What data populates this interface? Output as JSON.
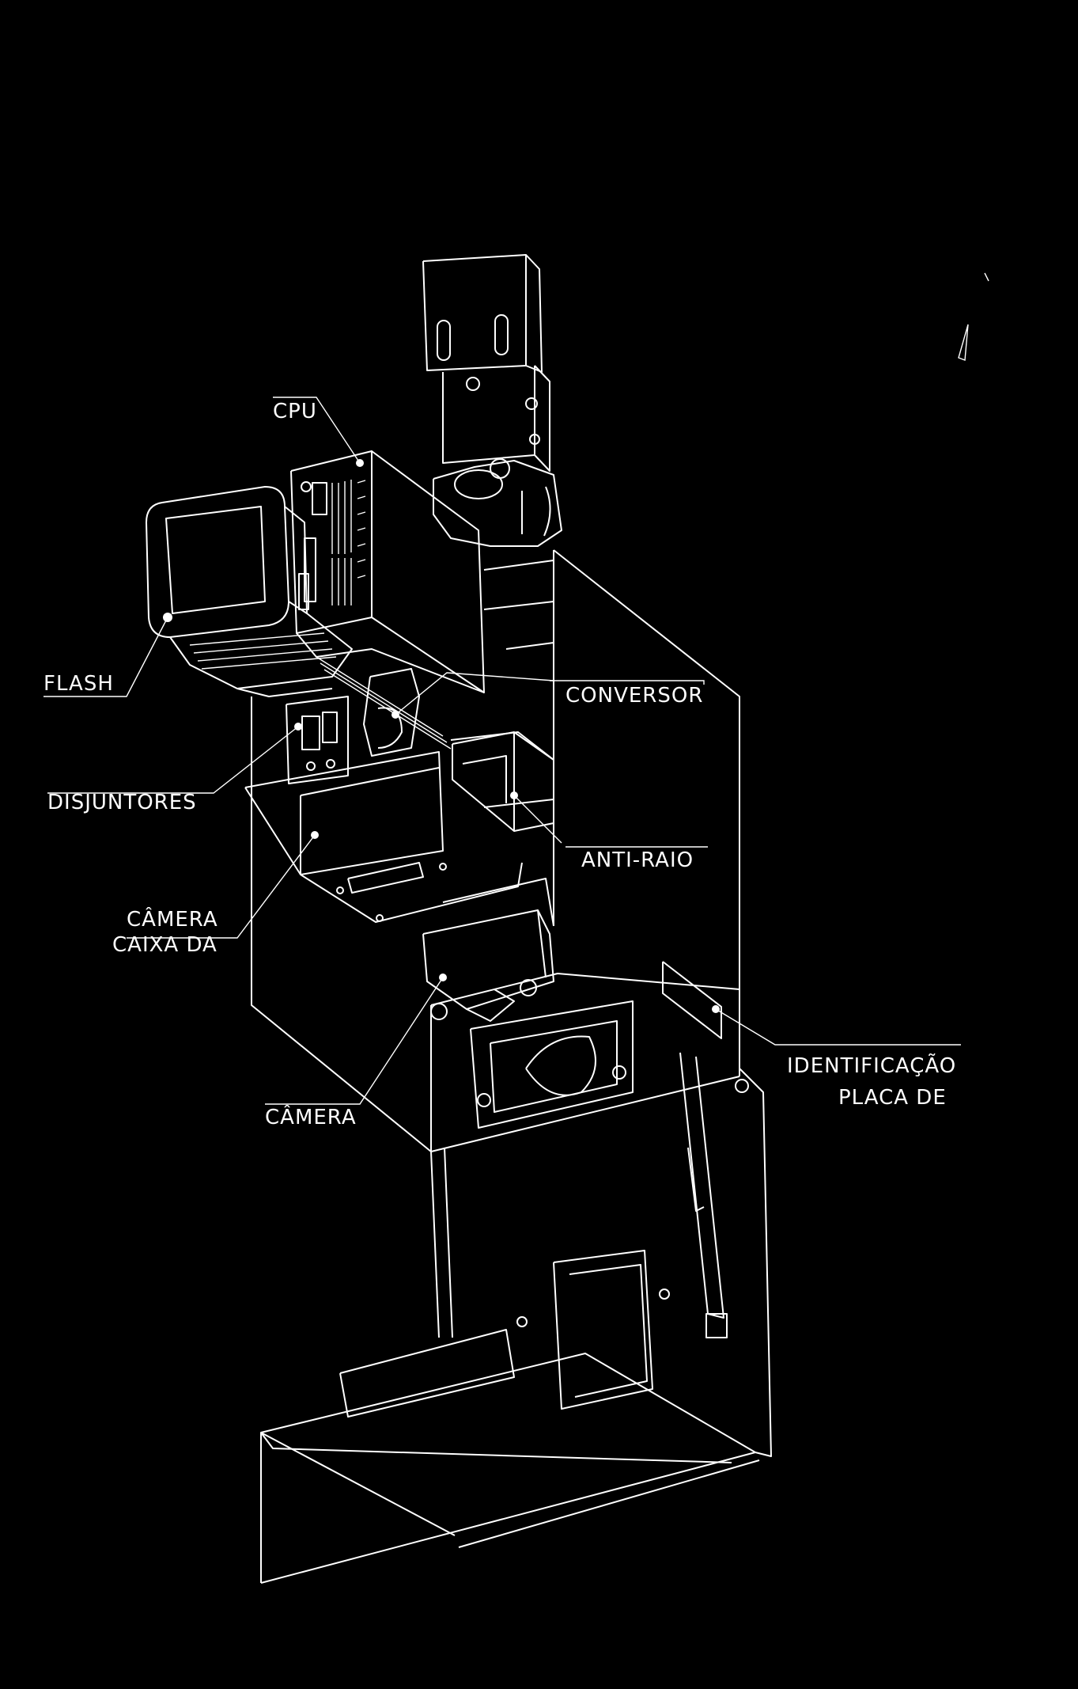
{
  "labels": {
    "cpu": "CPU",
    "flash": "FLASH",
    "conversor": "CONVERSOR",
    "disjuntores": "DISJUNTORES",
    "anti_raio": "ANTI-RAIO",
    "caixa_line1": "CAIXA DA",
    "caixa_line2": "CÂMERA",
    "camera": "CÂMERA",
    "placa_line1": "PLACA DE",
    "placa_line2": "IDENTIFICAÇÃO"
  },
  "colors": {
    "background": "#000000",
    "lines": "#ffffff"
  }
}
